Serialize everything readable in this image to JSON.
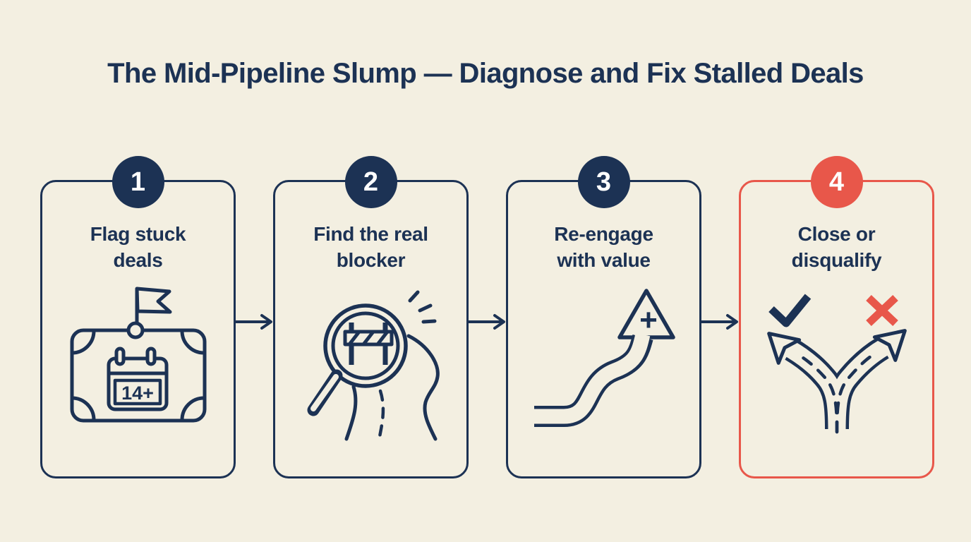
{
  "title": "The Mid-Pipeline Slump — Diagnose and Fix Stalled Deals",
  "colors": {
    "cream": "#f3efe1",
    "ink": "#1c3254",
    "red": "#e8574a",
    "white": "#ffffff"
  },
  "steps": [
    {
      "number": "1",
      "title_line1": "Flag stuck",
      "title_line2": "deals",
      "icon": "flagged-ticket-calendar-icon",
      "icon_label": "14+",
      "accent": "navy"
    },
    {
      "number": "2",
      "title_line1": "Find the real",
      "title_line2": "blocker",
      "icon": "magnifier-roadblock-icon",
      "accent": "navy"
    },
    {
      "number": "3",
      "title_line1": "Re-engage",
      "title_line2": "with value",
      "icon": "rising-wavy-arrow-icon",
      "icon_label": "+",
      "accent": "navy"
    },
    {
      "number": "4",
      "title_line1": "Close or",
      "title_line2": "disqualify",
      "icon": "fork-road-check-x-icon",
      "accent": "red"
    }
  ],
  "connectors": {
    "count": 3,
    "style": "right-arrow"
  }
}
